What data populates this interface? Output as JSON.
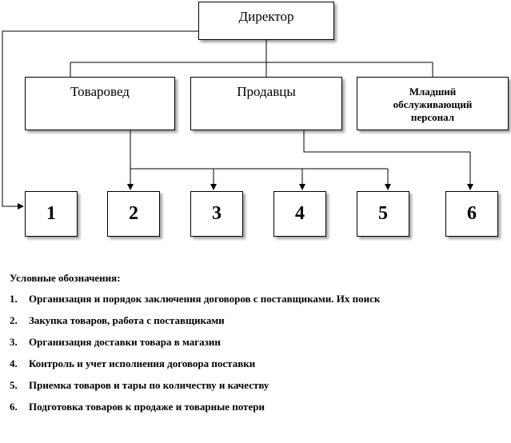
{
  "boxes": {
    "director": "Директор",
    "merchandiser": "Товаровед",
    "sellers": "Продавцы",
    "junior_staff_line1": "Младший",
    "junior_staff_line2": "обслуживающий",
    "junior_staff_line3": "персонал"
  },
  "numbers": [
    "1",
    "2",
    "3",
    "4",
    "5",
    "6"
  ],
  "legend": {
    "title": "Условные обозначения:",
    "items": [
      {
        "num": "1.",
        "text": "Организация и порядок заключения договоров с поставщиками. Их поиск"
      },
      {
        "num": "2.",
        "text": "Закупка товаров, работа с поставщиками"
      },
      {
        "num": "3.",
        "text": "Организация доставки товара в магазин"
      },
      {
        "num": "4.",
        "text": "Контроль и учет исполнения договора поставки"
      },
      {
        "num": "5.",
        "text": "Приемка товаров и тары по количеству и качеству"
      },
      {
        "num": "6.",
        "text": "Подготовка товаров к продаже и товарные потери"
      }
    ]
  }
}
